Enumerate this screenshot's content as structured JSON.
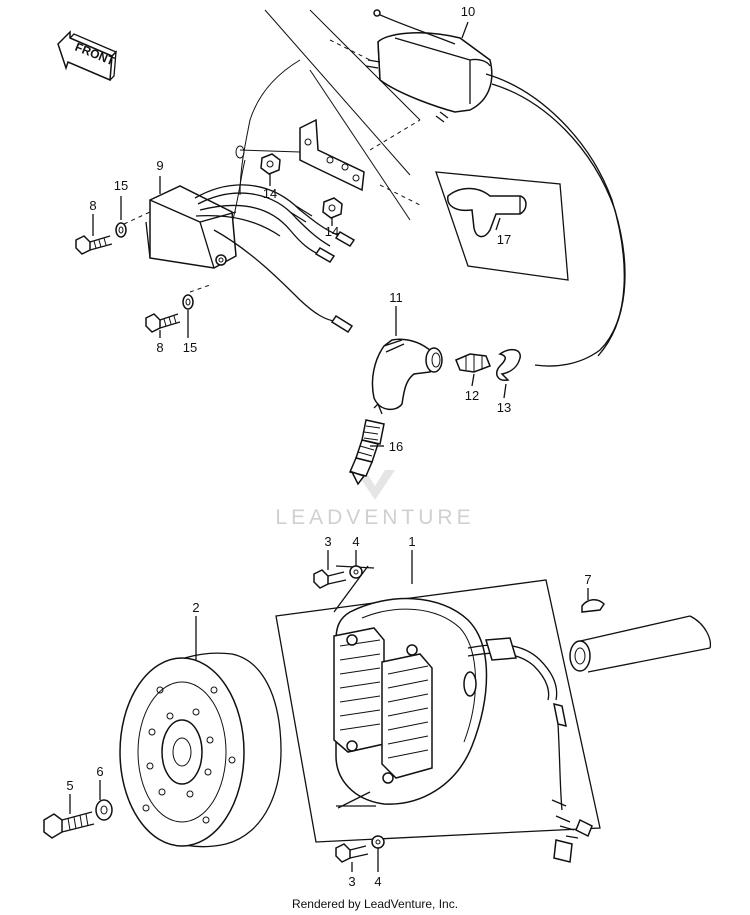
{
  "front_label": "FRONT",
  "watermark": "LEADVENTURE",
  "caption": "Rendered by LeadVenture, Inc.",
  "callouts": [
    {
      "id": "c10a",
      "text": "10"
    },
    {
      "id": "c9",
      "text": "9"
    },
    {
      "id": "c15a",
      "text": "15"
    },
    {
      "id": "c8a",
      "text": "8"
    },
    {
      "id": "c14a",
      "text": "14"
    },
    {
      "id": "c14b",
      "text": "14"
    },
    {
      "id": "c17",
      "text": "17"
    },
    {
      "id": "c8b",
      "text": "8"
    },
    {
      "id": "c15b",
      "text": "15"
    },
    {
      "id": "c11",
      "text": "11"
    },
    {
      "id": "c12",
      "text": "12"
    },
    {
      "id": "c13",
      "text": "13"
    },
    {
      "id": "c16",
      "text": "16"
    },
    {
      "id": "c3a",
      "text": "3"
    },
    {
      "id": "c4a",
      "text": "4"
    },
    {
      "id": "c1",
      "text": "1"
    },
    {
      "id": "c2",
      "text": "2"
    },
    {
      "id": "c7",
      "text": "7"
    },
    {
      "id": "c5",
      "text": "5"
    },
    {
      "id": "c6",
      "text": "6"
    },
    {
      "id": "c3b",
      "text": "3"
    },
    {
      "id": "c4b",
      "text": "4"
    }
  ]
}
